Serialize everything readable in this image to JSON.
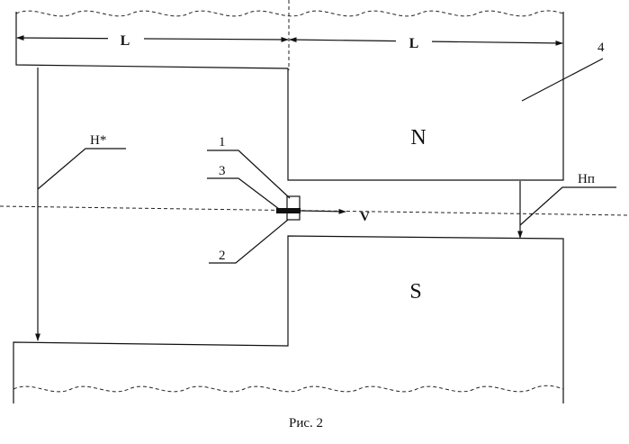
{
  "figure": {
    "caption": "Рис. 2",
    "labels": {
      "L_left": "L",
      "L_right": "L",
      "north_pole": "N",
      "south_pole": "S",
      "h_star": "H*",
      "h_gap": "Hп",
      "velocity": "V",
      "ref_1": "1",
      "ref_2": "2",
      "ref_3": "3",
      "ref_4": "4"
    }
  }
}
